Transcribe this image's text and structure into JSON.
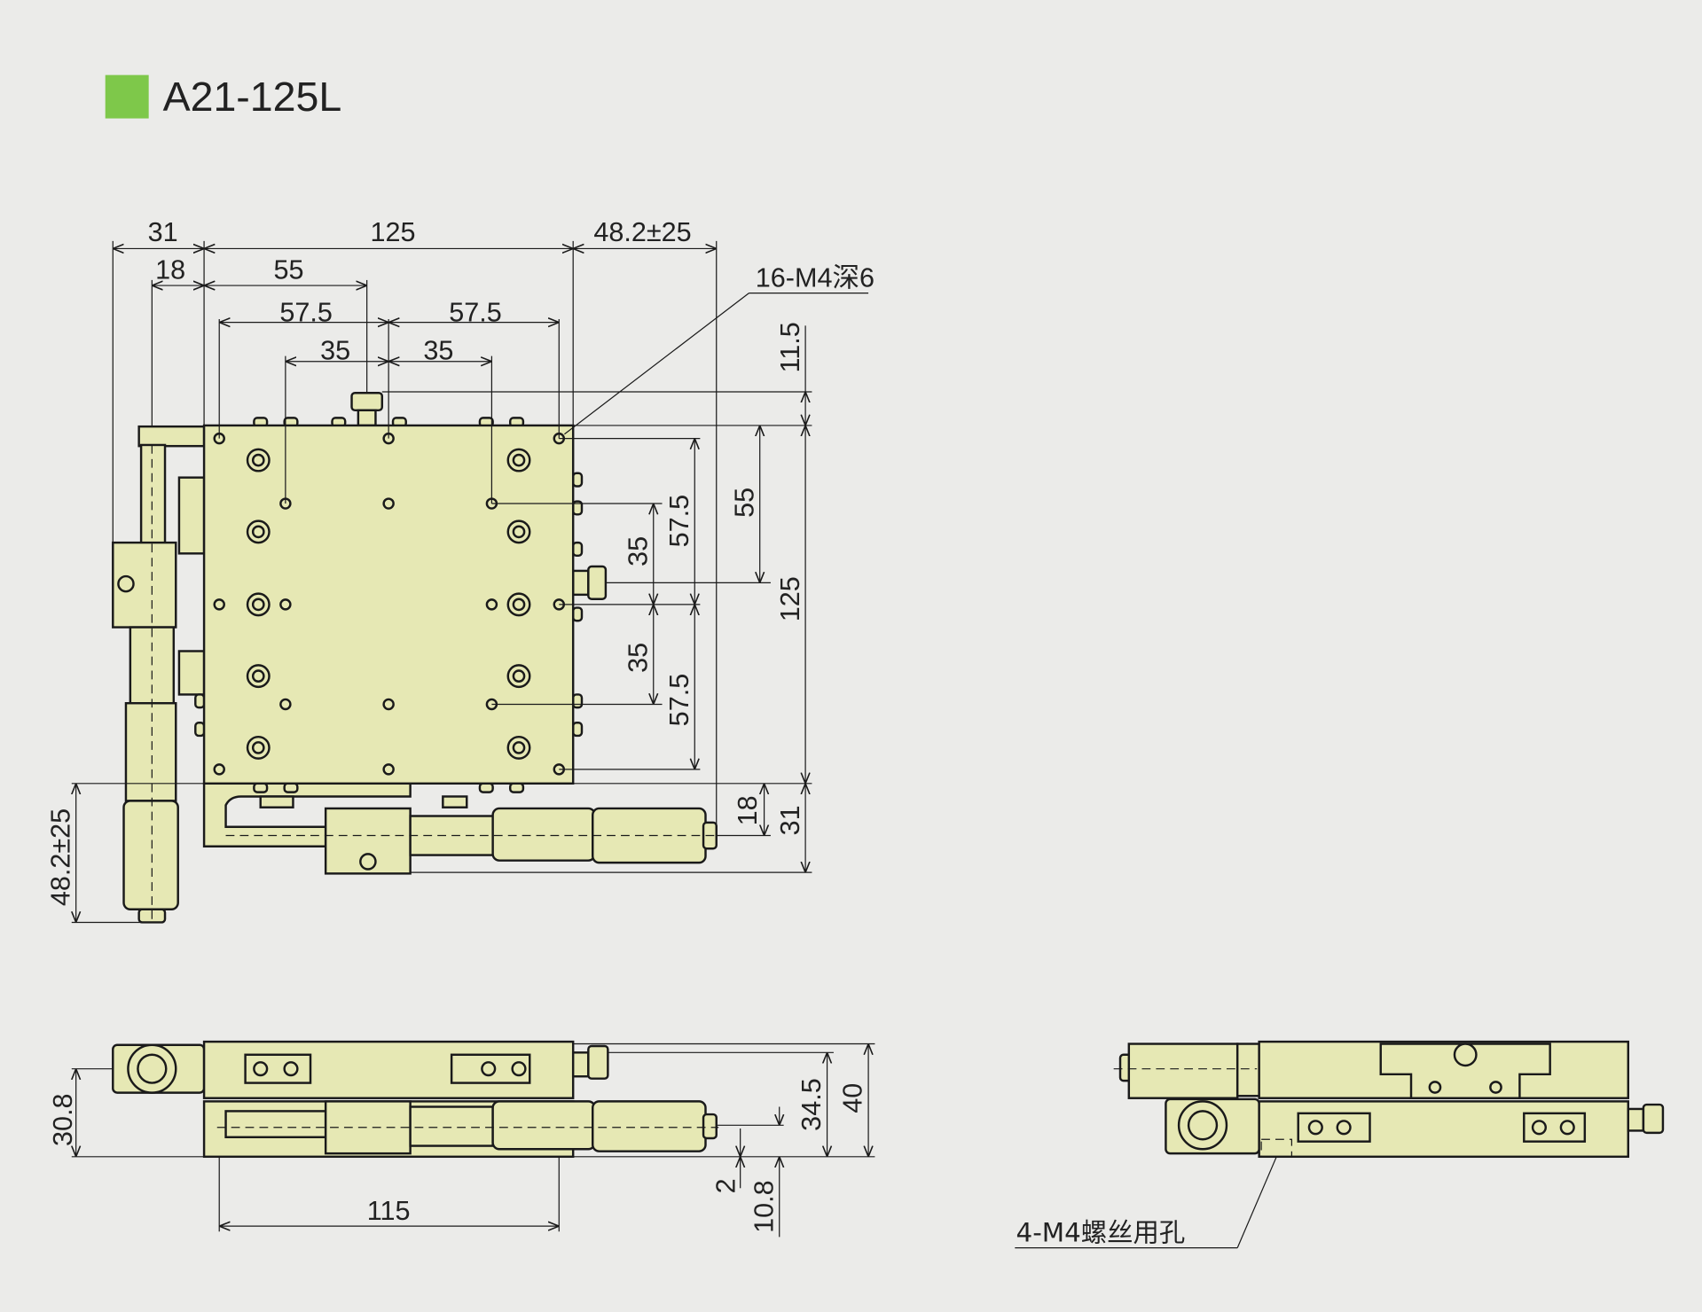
{
  "title": {
    "model": "A21-125L",
    "marker_color": "#7ec84a"
  },
  "colors": {
    "background": "#ebebe9",
    "part_fill": "#e6e8b4",
    "line": "#1a1a1a"
  },
  "top_view": {
    "dims_horizontal": [
      "31",
      "125",
      "48.2±25",
      "18",
      "55",
      "57.5",
      "57.5",
      "35",
      "35"
    ],
    "dims_vertical": [
      "11.5",
      "55",
      "125",
      "35",
      "57.5",
      "35",
      "57.5",
      "18",
      "31",
      "48.2±25"
    ],
    "note": "16-M4深6"
  },
  "front_view": {
    "dims": [
      "30.8",
      "34.5",
      "40",
      "2",
      "10.8",
      "115"
    ]
  },
  "side_view": {
    "note": "4-M4螺丝用孔"
  }
}
